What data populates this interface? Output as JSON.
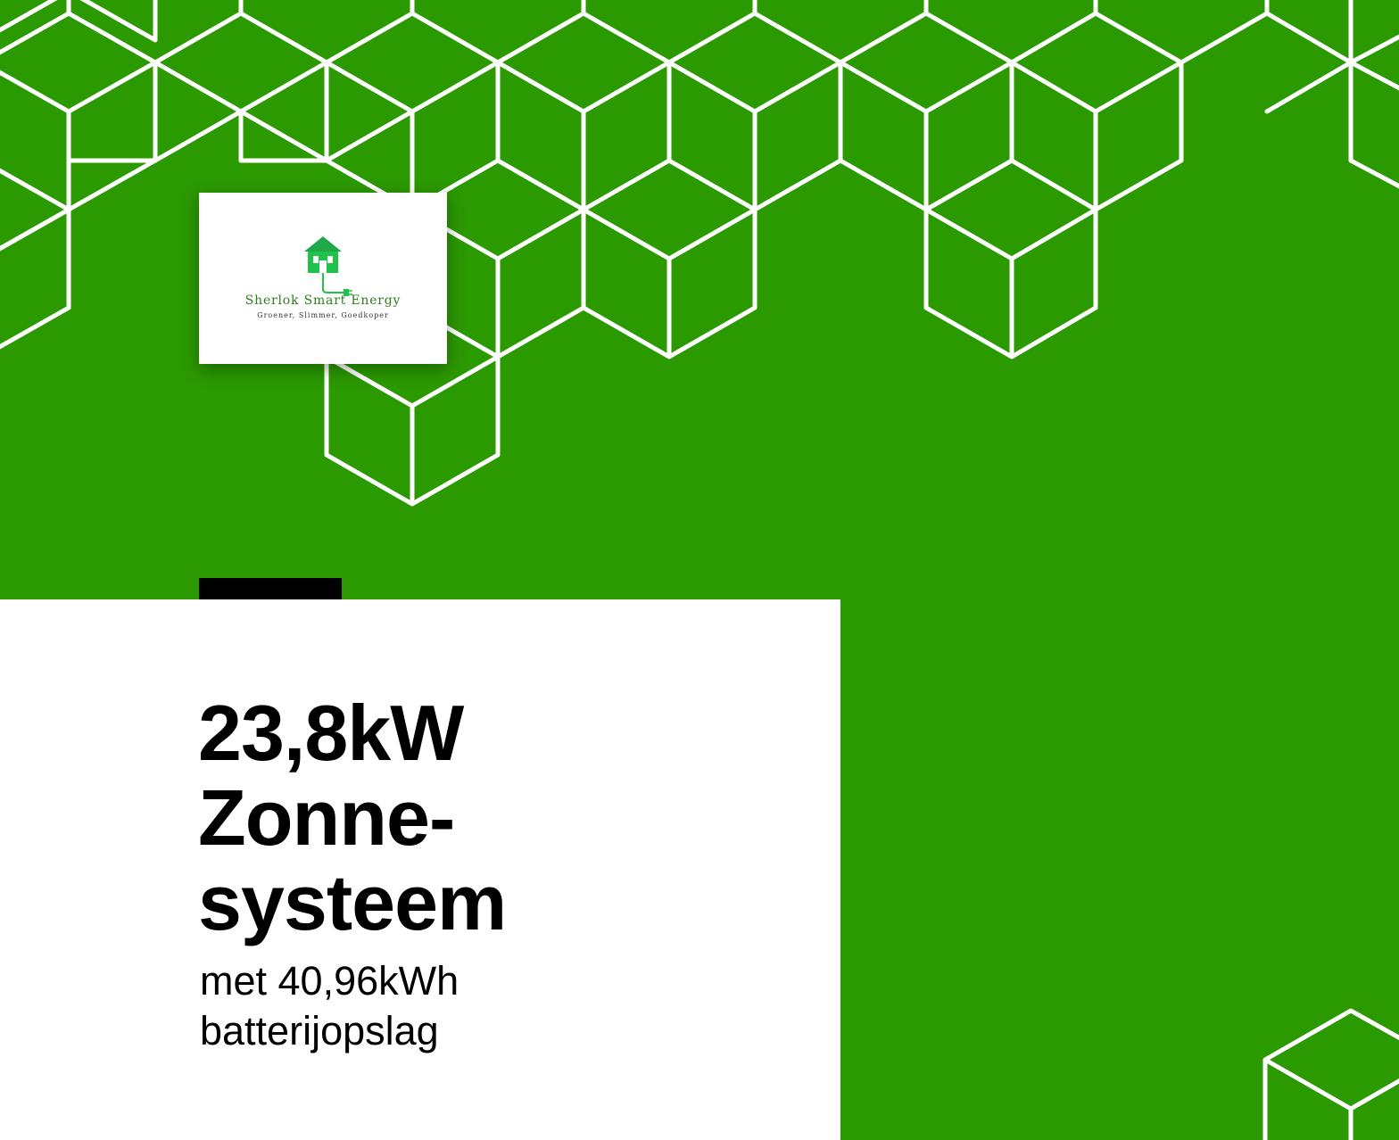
{
  "colors": {
    "background": "#2b9900",
    "pattern_stroke": "#ffffff",
    "panel": "#ffffff",
    "text": "#000000",
    "logo_green": "#2f7d1f",
    "logo_icon_green": "#1fc24a"
  },
  "logo": {
    "icon": "house-plug-icon",
    "name": "Sherlok Smart Energy",
    "tagline": "Groener, Slimmer, Goedkoper"
  },
  "title": {
    "line1": "23,8kW",
    "line2": "Zonne-",
    "line3": "systeem"
  },
  "subtitle": {
    "line1": "met 40,96kWh",
    "line2": "batterijopslag"
  }
}
